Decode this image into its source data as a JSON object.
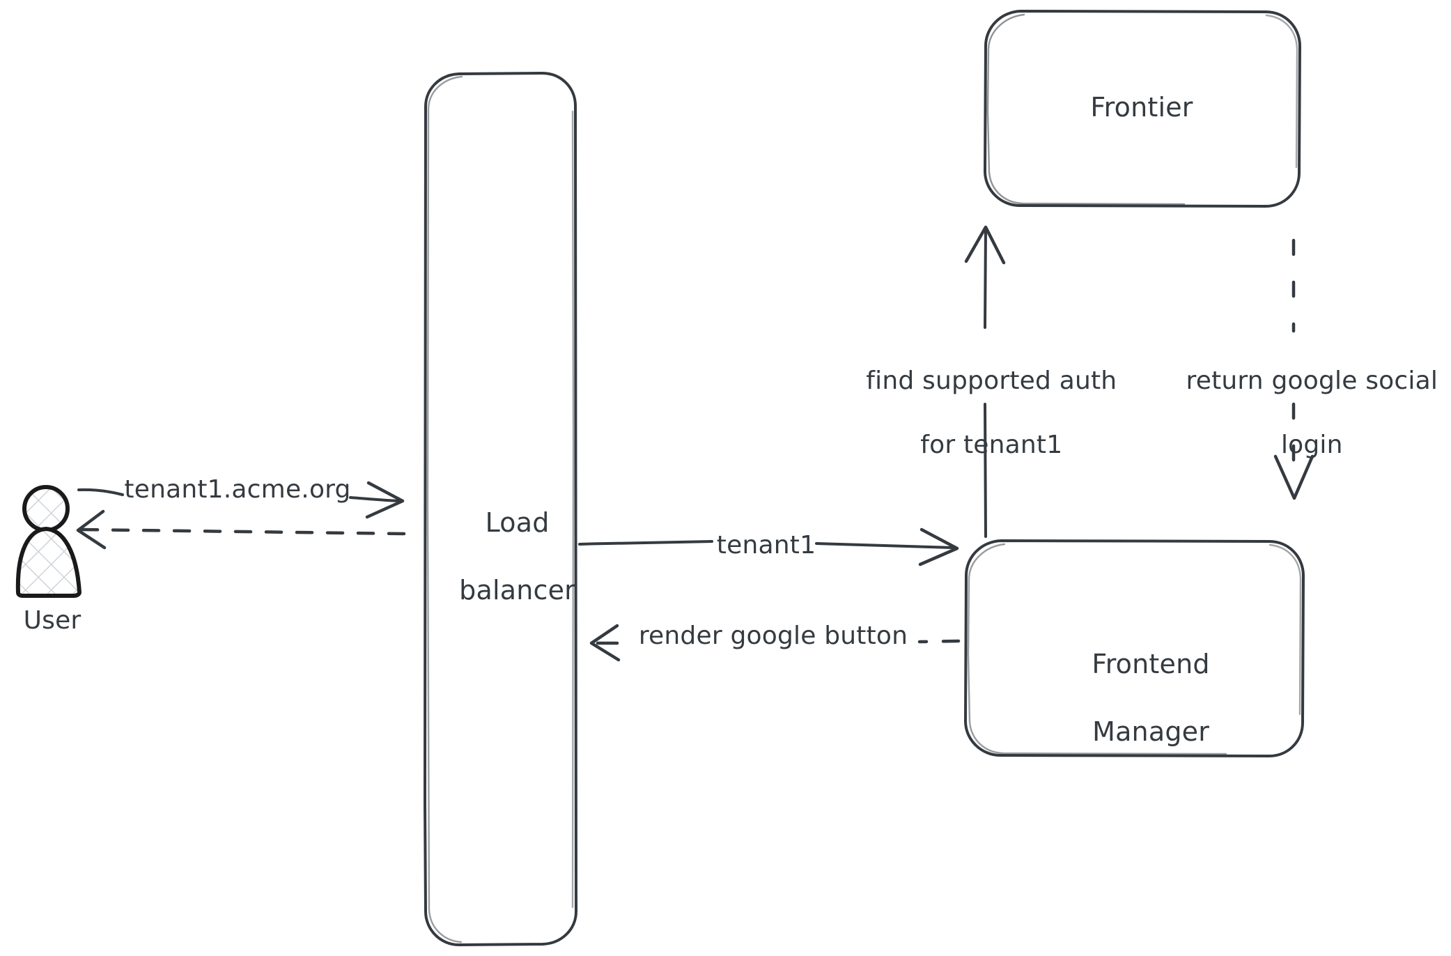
{
  "diagram": {
    "title": "Multi-tenant authentication flow",
    "style": "hand-drawn",
    "background_color": "#ffffff",
    "stroke_color": "#343a40",
    "hatch_color": "#ced4da",
    "nodes": [
      {
        "id": "user",
        "label": "User",
        "shape": "actor"
      },
      {
        "id": "lb",
        "label": "Load\nbalancer",
        "shape": "rounded-rect"
      },
      {
        "id": "frontier",
        "label": "Frontier",
        "shape": "rounded-rect"
      },
      {
        "id": "fm",
        "label": "Frontend\nManager",
        "shape": "rounded-rect"
      }
    ],
    "edges": [
      {
        "id": "e1",
        "from": "user",
        "to": "lb",
        "label": "tenant1.acme.org",
        "line": "solid",
        "direction": "right"
      },
      {
        "id": "e2",
        "from": "lb",
        "to": "user",
        "label": "",
        "line": "dashed",
        "direction": "left"
      },
      {
        "id": "e3",
        "from": "lb",
        "to": "fm",
        "label": "tenant1",
        "line": "solid",
        "direction": "right"
      },
      {
        "id": "e4",
        "from": "fm",
        "to": "lb",
        "label": "render google button",
        "line": "dashed",
        "direction": "left"
      },
      {
        "id": "e5",
        "from": "fm",
        "to": "frontier",
        "label": "find supported auth\nfor tenant1",
        "line": "solid",
        "direction": "up"
      },
      {
        "id": "e6",
        "from": "frontier",
        "to": "fm",
        "label": "return google social\nlogin",
        "line": "dashed",
        "direction": "down"
      }
    ]
  },
  "labels": {
    "frontier": "Frontier",
    "load_balancer_line1": "Load",
    "load_balancer_line2": "balancer",
    "frontend_manager_line1": "Frontend",
    "frontend_manager_line2": "Manager",
    "user": "User",
    "tenant_acme_org": "tenant1.acme.org",
    "tenant1": "tenant1",
    "render_google_button": "render google button",
    "find_supported_auth_line1": "find supported auth",
    "find_supported_auth_line2": "for tenant1",
    "return_google_social_line1": "return google social",
    "return_google_social_line2": "login"
  }
}
